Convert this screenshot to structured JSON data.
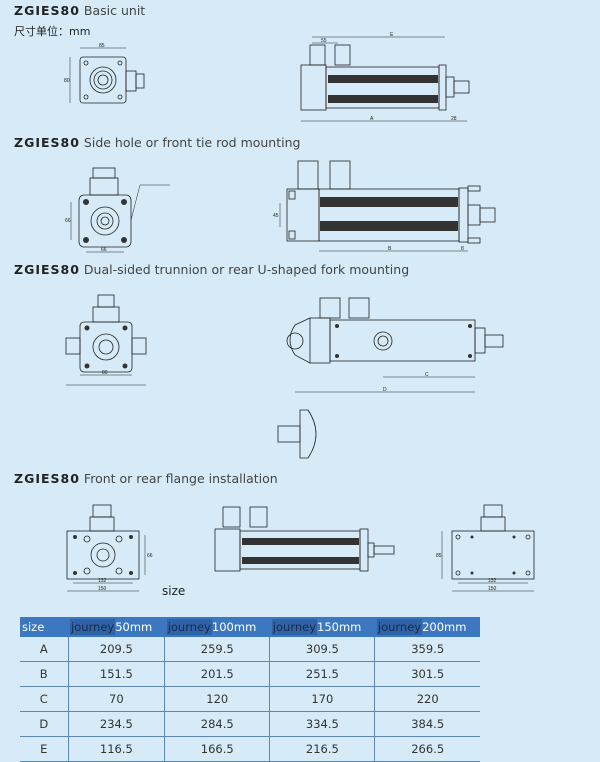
{
  "model": "ZGIES80",
  "unit_label": "尺寸单位：mm",
  "sections": [
    {
      "title": "Basic unit",
      "dims": [
        "85",
        "80",
        "55",
        "E",
        "A",
        "28"
      ]
    },
    {
      "title": "Side hole or front tie rod mounting",
      "dims": [
        "66",
        "66",
        "45",
        "B",
        "8"
      ]
    },
    {
      "title": "Dual-sided trunnion or rear U-shaped fork mounting",
      "dims": [
        "80",
        "C",
        "D"
      ]
    },
    {
      "title": "Front or rear flange installation",
      "dims": [
        "132",
        "150",
        "66",
        "85"
      ]
    }
  ],
  "size_caption": "size",
  "table": {
    "headers": [
      {
        "label": "size"
      },
      {
        "prefix": "journey",
        "label": "50mm"
      },
      {
        "prefix": "journey",
        "label": "100mm"
      },
      {
        "prefix": "journey",
        "label": "150mm"
      },
      {
        "prefix": "journey",
        "label": "200mm"
      }
    ],
    "rows": [
      [
        "A",
        "209.5",
        "259.5",
        "309.5",
        "359.5"
      ],
      [
        "B",
        "151.5",
        "201.5",
        "251.5",
        "301.5"
      ],
      [
        "C",
        "70",
        "120",
        "170",
        "220"
      ],
      [
        "D",
        "234.5",
        "284.5",
        "334.5",
        "384.5"
      ],
      [
        "E",
        "116.5",
        "166.5",
        "216.5",
        "266.5"
      ]
    ]
  }
}
